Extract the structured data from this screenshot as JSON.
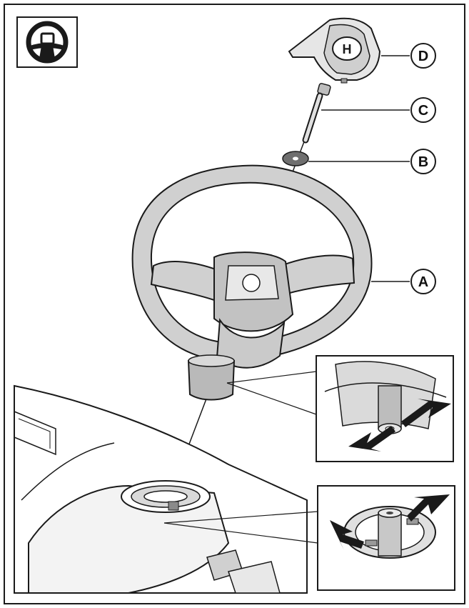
{
  "callouts": {
    "a": "A",
    "b": "B",
    "c": "C",
    "d": "D"
  },
  "badge": {
    "icon": "steering-wheel-icon"
  },
  "colors": {
    "ink": "#1a1a1a",
    "fill_light": "#f2f2f2",
    "fill_mid": "#d6d6d6",
    "fill_dark": "#9a9a9a",
    "arrow": "#1a1a1a"
  }
}
